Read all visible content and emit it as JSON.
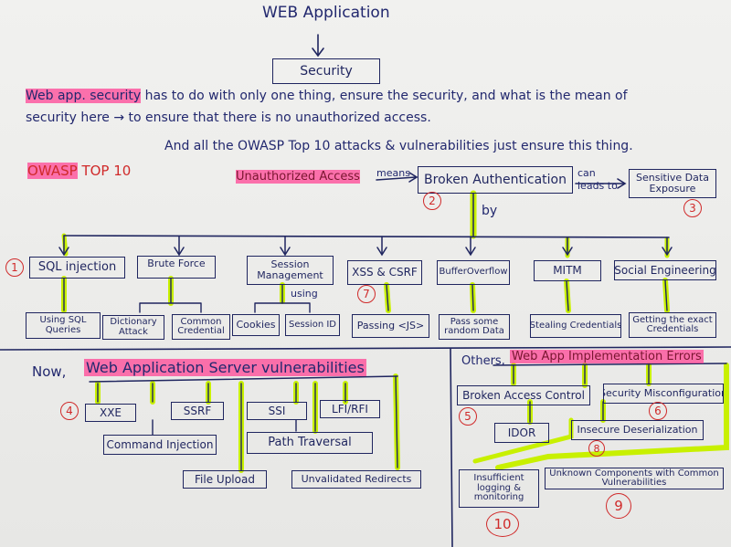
{
  "header": {
    "title": "WEB Application",
    "security": "Security"
  },
  "intro": {
    "line1_hl": "Web app. security",
    "line1_rest": "has to do with only one thing, ensure the security, and what is the mean of",
    "line2": "security here → to ensure that there is no unauthorized access.",
    "line3": "And all the OWASP Top 10 attacks & vulnerabilities just ensure this thing."
  },
  "owasp": {
    "title_hl": "OWASP",
    "title_rest": "TOP 10"
  },
  "auth": {
    "unauth": "Unauthorized Access",
    "means": "means",
    "broken": "Broken Authentication",
    "can_leads": "can leads to",
    "sensitive": "Sensitive Data Exposure",
    "by": "by"
  },
  "categories": [
    "SQL injection",
    "Brute Force",
    "Session Management",
    "XSS & CSRF",
    "BufferOverflow",
    "MITM",
    "Social Engineering"
  ],
  "using": "using",
  "subitems": [
    "Using SQL Queries",
    "Dictionary Attack",
    "Common Credential",
    "Cookies",
    "Session ID",
    "Passing <JS>",
    "Pass some random Data",
    "Stealing Credentials",
    "Getting the exact Credentials"
  ],
  "server": {
    "now": "Now,",
    "title": "Web Application Server vulnerabilities",
    "items": [
      "XXE",
      "SSRF",
      "SSI",
      "LFI/RFI",
      "Command Injection",
      "Path Traversal",
      "File Upload",
      "Unvalidated Redirects"
    ]
  },
  "impl": {
    "others": "Others,",
    "title": "Web App Implementation Errors",
    "items": [
      "Broken Access Control",
      "Security Misconfiguration",
      "IDOR",
      "Insecure Deserialization",
      "Insufficient logging & monitoring",
      "Unknown Components with Common Vulnerabilities"
    ]
  },
  "numbers": [
    "1",
    "2",
    "3",
    "4",
    "5",
    "6",
    "7",
    "8",
    "9",
    "10"
  ],
  "colors": {
    "ink": "#1f255f",
    "pink": "#ff4696",
    "green": "#c8f000",
    "red": "#d02a2a"
  }
}
